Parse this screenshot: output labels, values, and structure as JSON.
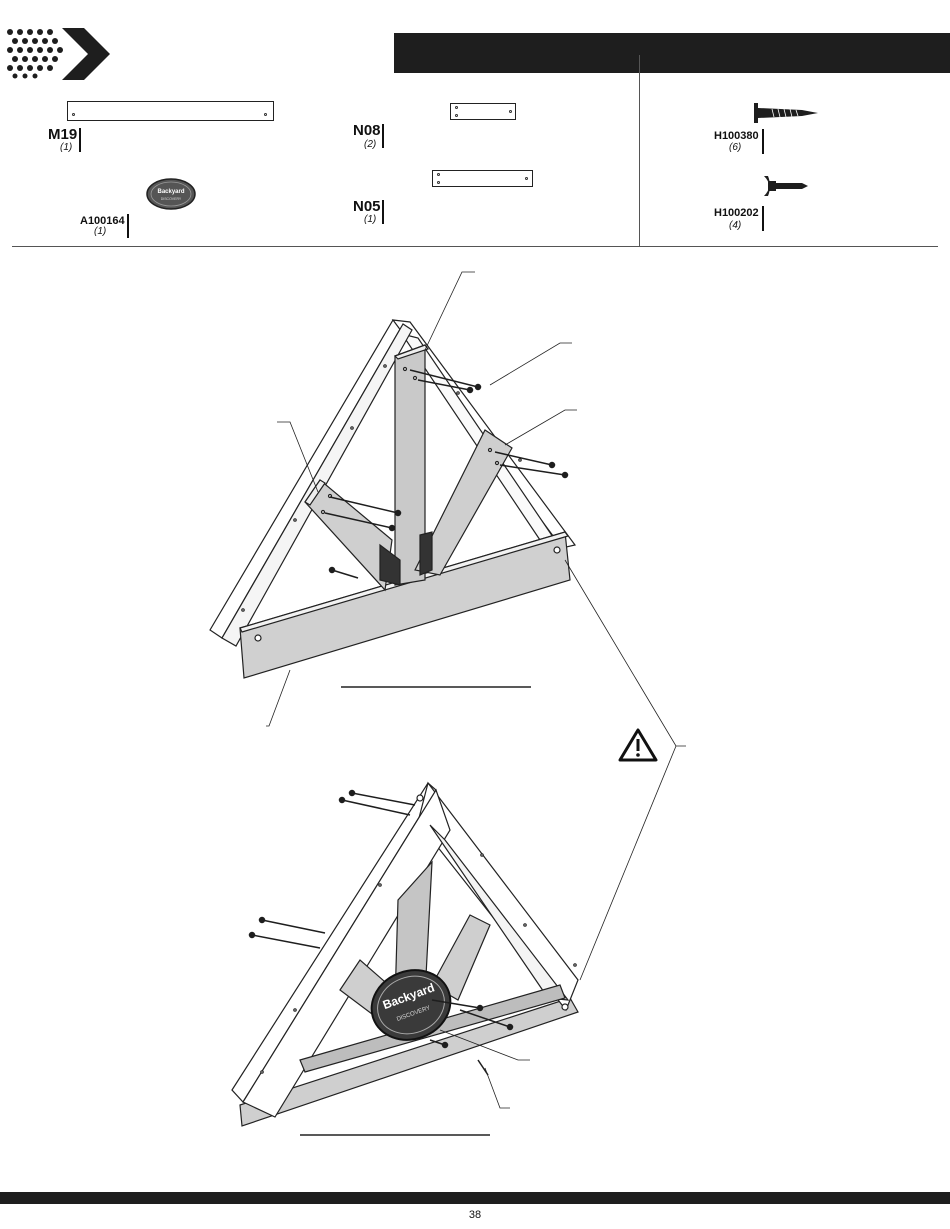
{
  "header": {
    "bar_color": "#1e1e1e"
  },
  "parts": {
    "m19": {
      "code": "M19",
      "qty": "(1)"
    },
    "n08": {
      "code": "N08",
      "qty": "(2)"
    },
    "n05": {
      "code": "N05",
      "qty": "(1)"
    },
    "a100164": {
      "code": "A100164",
      "qty": "(1)"
    },
    "h100380": {
      "code": "H100380",
      "qty": "(6)"
    },
    "h100202": {
      "code": "H100202",
      "qty": "(4)"
    }
  },
  "logo_plaque": {
    "brand": "Backyard",
    "sub": "DISCOVERY"
  },
  "icons": {
    "chevron_logo": "dotted-chevron-icon",
    "warning": "warning-triangle-icon",
    "screw": "wood-screw-icon",
    "bolt": "carriage-bolt-icon"
  },
  "footer": {
    "page_number": "38"
  }
}
